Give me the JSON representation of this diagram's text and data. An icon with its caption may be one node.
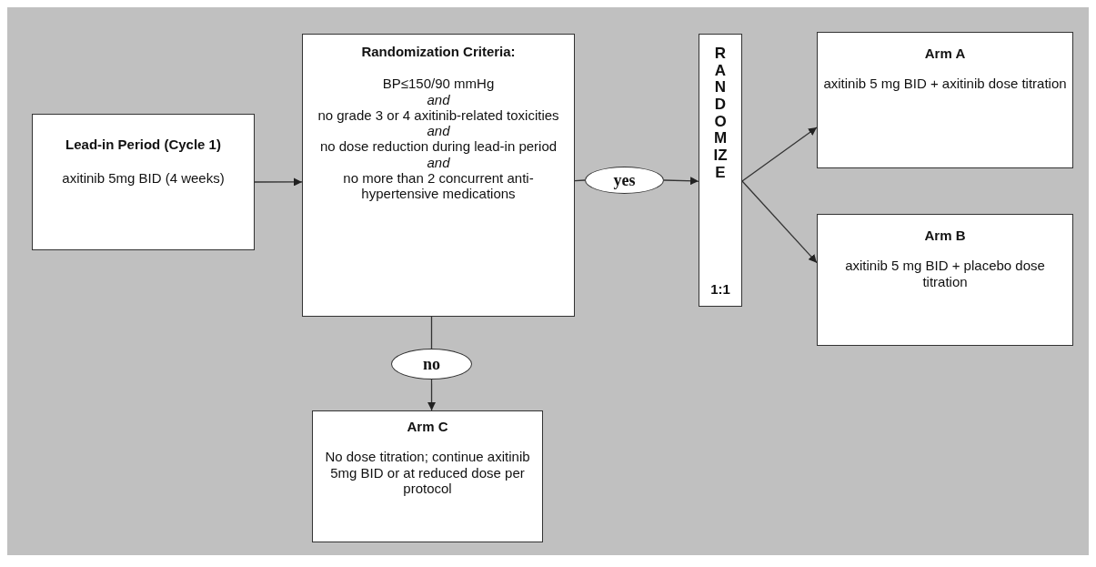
{
  "diagram": {
    "nodes": [
      {
        "text": [
          "Lead-in Period (Cycle 1)",
          "axitinib 5mg BID (4 weeks)"
        ]
      },
      {
        "text": [
          "Randomization Criteria:",
          "BP≤150/90 mmHg *and* no grade 3 or 4 axitinib-related toxicities *and* no dose reduction during lead-in period *and* no more than 2 concurrent anti-hypertensive medications"
        ]
      },
      {
        "text": [
          "yes"
        ]
      },
      {
        "text": [
          "RANDOMIZE",
          "1:1"
        ]
      },
      {
        "text": [
          "Arm A",
          "axitinib 5 mg BID + axitinib dose titration"
        ]
      },
      {
        "text": [
          "Arm B",
          "axitinib 5 mg BID + placebo dose titration"
        ]
      },
      {
        "text": [
          "no"
        ]
      },
      {
        "text": [
          "Arm C",
          "No dose titration; continue axitinib 5mg BID or at reduced dose per protocol"
        ]
      }
    ],
    "edges": [
      {
        "from": 0,
        "to": 1,
        "arrow": "to"
      },
      {
        "from": 1,
        "to": 2,
        "arrow": "none"
      },
      {
        "from": 2,
        "to": 3,
        "arrow": "to"
      },
      {
        "from": 3,
        "to": 4,
        "arrow": "to"
      },
      {
        "from": 3,
        "to": 5,
        "arrow": "to"
      },
      {
        "from": 1,
        "to": 6,
        "arrow": "none"
      },
      {
        "from": 6,
        "to": 7,
        "arrow": "to"
      }
    ]
  }
}
